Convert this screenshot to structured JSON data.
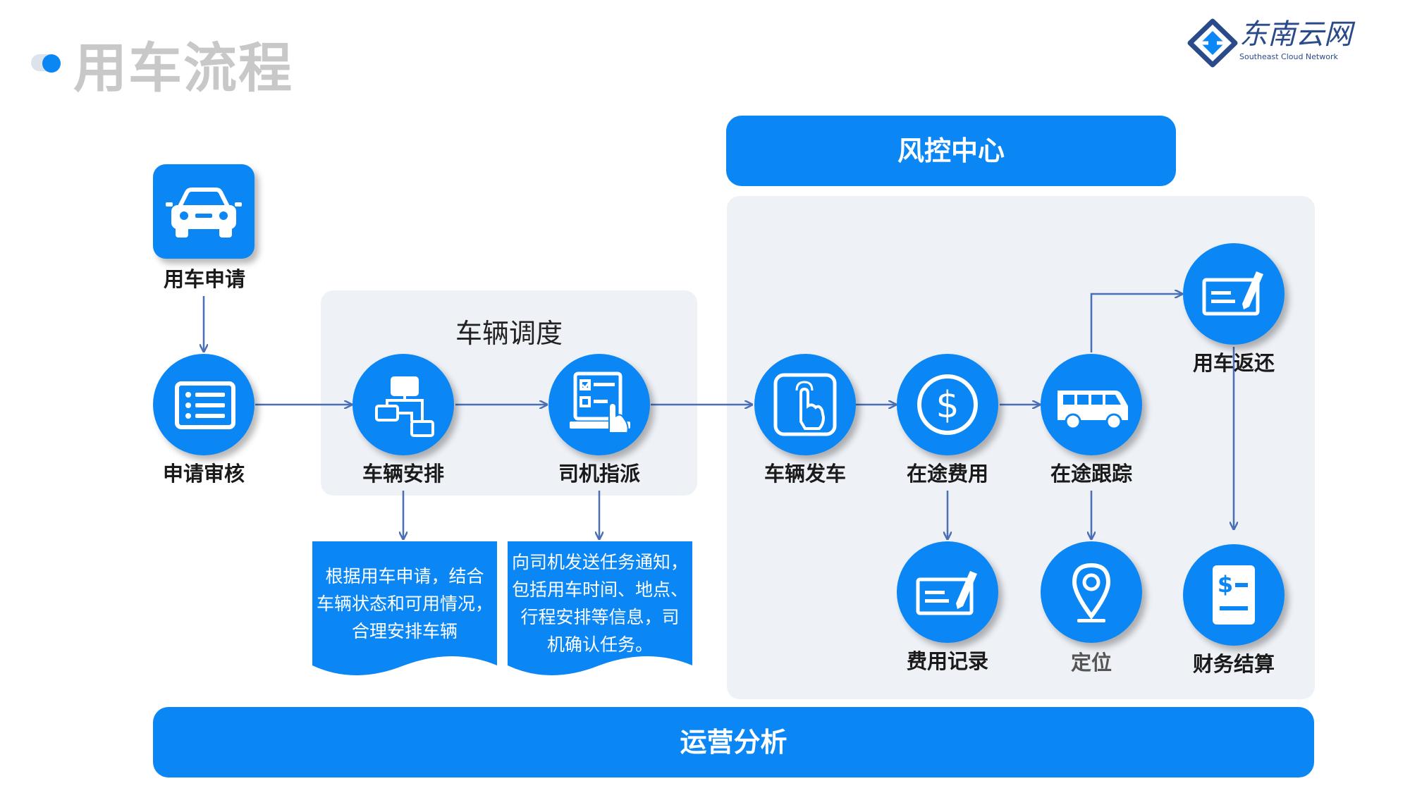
{
  "page": {
    "title": "用车流程"
  },
  "logo": {
    "name": "东南云网",
    "subtitle": "Southeast Cloud Network"
  },
  "banners": {
    "risk_center": "风控中心",
    "operations": "运营分析"
  },
  "group": {
    "dispatch": "车辆调度"
  },
  "nodes": {
    "apply": "用车申请",
    "review": "申请审核",
    "arrange": "车辆安排",
    "assign": "司机指派",
    "depart": "车辆发车",
    "cost": "在途费用",
    "track": "在途跟踪",
    "return": "用车返还",
    "record": "费用记录",
    "locate": "定位",
    "settle": "财务结算"
  },
  "notes": {
    "arrange": [
      "根据用车申请，结合",
      "车辆状态和可用情况，",
      "合理安排车辆"
    ],
    "assign": [
      "向司机发送任务通知，",
      "包括用车时间、地点、",
      "行程安排等信息，司",
      "机确认任务。"
    ]
  },
  "colors": {
    "accent": "#0b86f5",
    "panel": "#eef1f6",
    "connector": "#4a6fb5",
    "title": "#c8c8c8"
  }
}
